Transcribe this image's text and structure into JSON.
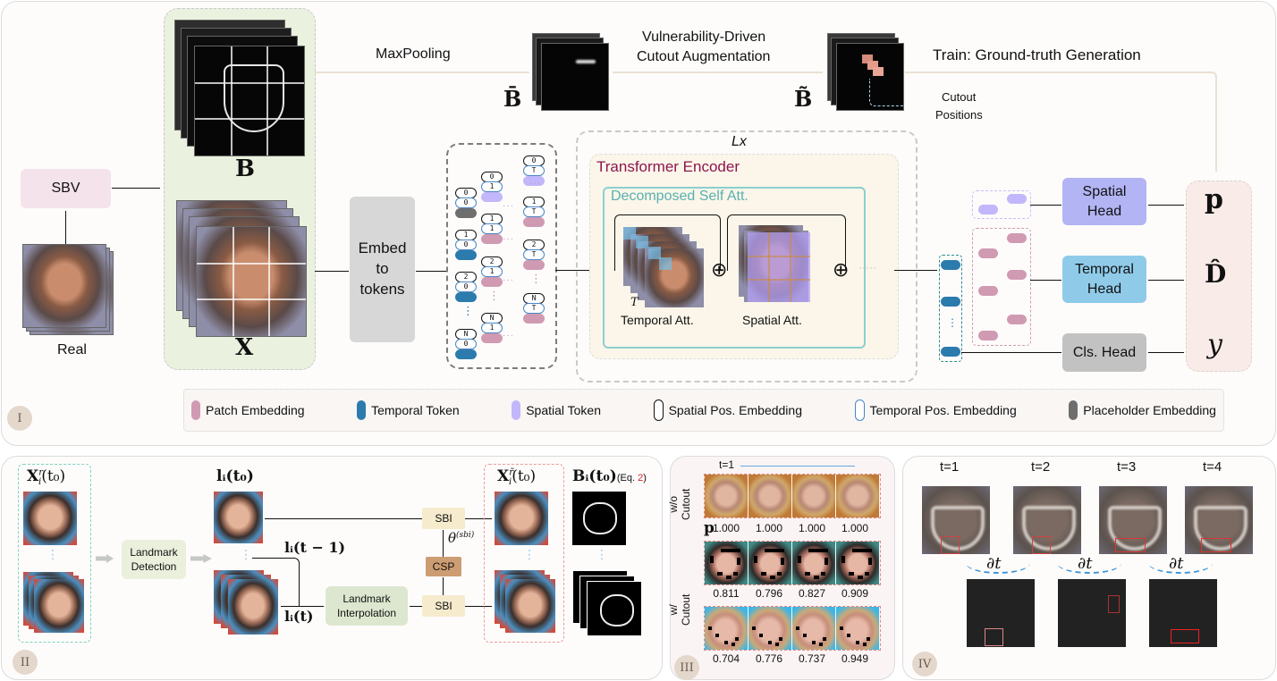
{
  "panels": {
    "p1": {
      "numeral": "I"
    },
    "p2": {
      "numeral": "II"
    },
    "p3": {
      "numeral": "III"
    },
    "p4": {
      "numeral": "IV"
    }
  },
  "top": {
    "sbv_label": "SBV",
    "real_label": "Real",
    "b_symbol": "B",
    "x_symbol": "X",
    "maxpool_label": "MaxPooling",
    "b_bar_symbol": "B̄",
    "vuln_line1": "Vulnerability-Driven",
    "vuln_line2": "Cutout Augmentation",
    "b_tilde_symbol": "B̃",
    "cutout_line1": "Cutout",
    "cutout_line2": "Positions",
    "train_label": "Train: Ground-truth Generation",
    "embed_line1": "Embed",
    "embed_line2": "to",
    "embed_line3": "tokens",
    "lx_label": "Lx",
    "encoder_label": "Transformer Encoder",
    "dsa_label": "Decomposed Self Att.",
    "temporal_att_label": "Temporal Att.",
    "spatial_att_label": "Spatial Att.",
    "t_axis_label": "T",
    "oplus": "⊕",
    "ellipsis": "·····",
    "heads": [
      {
        "line1": "Spatial",
        "line2": "Head",
        "color": "#b2b4f4"
      },
      {
        "line1": "Temporal",
        "line2": "Head",
        "color": "#8fcbe9"
      },
      {
        "line1": "Cls. Head",
        "line2": "",
        "color": "#c2c2c2"
      }
    ],
    "targets": [
      "p",
      "D̂",
      "y"
    ]
  },
  "tokens": {
    "col0": [
      {
        "spatial": "0",
        "temporal": "0",
        "kind": "placeholder"
      },
      {
        "spatial": "1",
        "temporal": "0",
        "kind": "temporal"
      },
      {
        "spatial": "2",
        "temporal": "0",
        "kind": "temporal"
      },
      {
        "spatial": "N",
        "temporal": "0",
        "kind": "temporal"
      }
    ],
    "col1": [
      {
        "spatial": "0",
        "temporal": "1",
        "kind": "spatial"
      },
      {
        "spatial": "1",
        "temporal": "1",
        "kind": "patch"
      },
      {
        "spatial": "2",
        "temporal": "1",
        "kind": "patch"
      },
      {
        "spatial": "N",
        "temporal": "1",
        "kind": "patch"
      }
    ],
    "col2": [
      {
        "spatial": "0",
        "temporal": "T",
        "kind": "spatial"
      },
      {
        "spatial": "1",
        "temporal": "T",
        "kind": "patch"
      },
      {
        "spatial": "2",
        "temporal": "T",
        "kind": "patch"
      },
      {
        "spatial": "N",
        "temporal": "T",
        "kind": "patch"
      }
    ],
    "vdots": "⋮"
  },
  "legend": [
    {
      "label": "Patch Embedding",
      "color": "#d09ab2",
      "style": "fill"
    },
    {
      "label": "Temporal Token",
      "color": "#2c7bad",
      "style": "fill"
    },
    {
      "label": "Spatial Token",
      "color": "#c2b7fb",
      "style": "fill"
    },
    {
      "label": "Spatial Pos. Embedding",
      "color": "#111111",
      "style": "outline"
    },
    {
      "label": "Temporal Pos. Embedding",
      "color": "#4a86c5",
      "style": "outline"
    },
    {
      "label": "Placeholder Embedding",
      "color": "#6e6e6e",
      "style": "fill"
    }
  ],
  "p2": {
    "xr_label": "X",
    "xr_sup": "r",
    "xr_sub": "i",
    "xr_arg": "(t₀)",
    "li_t0": "lᵢ(t₀)",
    "li_tm1": "lᵢ(t − 1)",
    "li_t": "lᵢ(t)",
    "landmark_det_line1": "Landmark",
    "landmark_det_line2": "Detection",
    "landmark_int_line1": "Landmark",
    "landmark_int_line2": "Interpolation",
    "sbi_label": "SBI",
    "csp_label": "CSP",
    "theta_label": "θ",
    "theta_sup": "(sbi)",
    "xf_label": "X",
    "xf_sup": "r̃",
    "xf_sub": "i",
    "xf_arg": "(t₀)",
    "bi_label": "Bᵢ(t₀)",
    "eq_prefix": "(Eq. ",
    "eq_num": "2",
    "eq_suffix": ")"
  },
  "p3": {
    "t_label": "t=1",
    "wo_line1": "w/o",
    "wo_line2": "Cutout",
    "w_line1": "w/",
    "w_line2": "Cutout",
    "p_symbol": "p",
    "rows": [
      {
        "scores": [
          "1.000",
          "1.000",
          "1.000",
          "1.000"
        ]
      },
      {
        "scores": [
          "0.811",
          "0.796",
          "0.827",
          "0.909"
        ]
      },
      {
        "scores": [
          "0.704",
          "0.776",
          "0.737",
          "0.949"
        ]
      }
    ]
  },
  "p4": {
    "frames": [
      "t=1",
      "t=2",
      "t=3",
      "t=4"
    ],
    "dt_label": "∂t"
  }
}
